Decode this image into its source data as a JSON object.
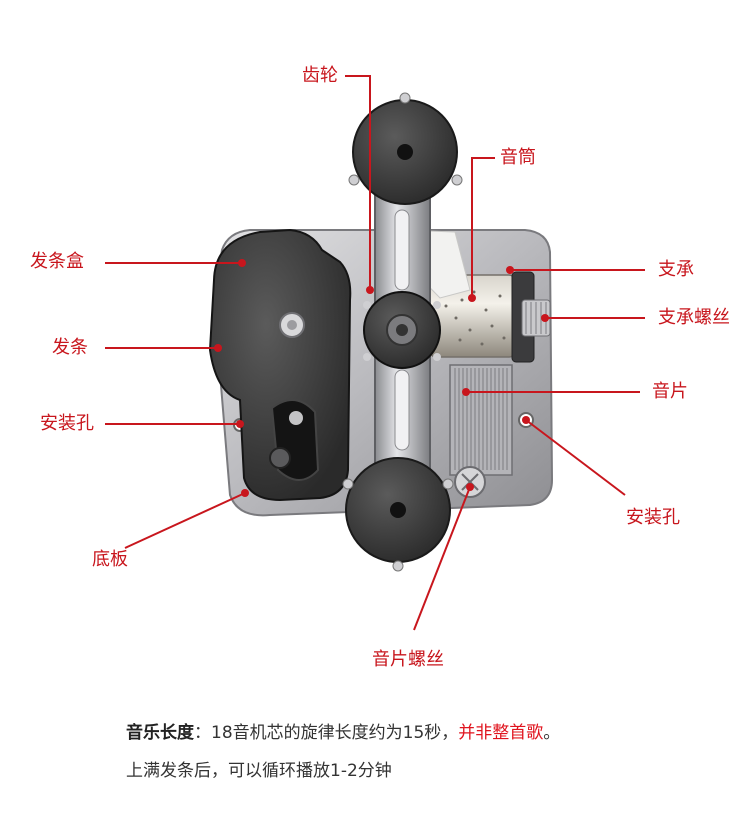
{
  "labels": {
    "gear": "齿轮",
    "drum": "音筒",
    "spring_box": "发条盒",
    "bearing": "支承",
    "bearing_screw": "支承螺丝",
    "spring": "发条",
    "comb": "音片",
    "mount_hole_left": "安装孔",
    "mount_hole_right": "安装孔",
    "base_plate": "底板",
    "comb_screw": "音片螺丝"
  },
  "caption": {
    "title": "音乐长度",
    "colon": "：",
    "line1_text": "18音机芯的旋律长度约为15秒，",
    "line1_highlight": "并非整首歌",
    "line1_end": "。",
    "line2": "上满发条后，可以循环播放1-2分钟"
  },
  "colors": {
    "callout": "#c8161d",
    "highlight": "#e0141e"
  }
}
